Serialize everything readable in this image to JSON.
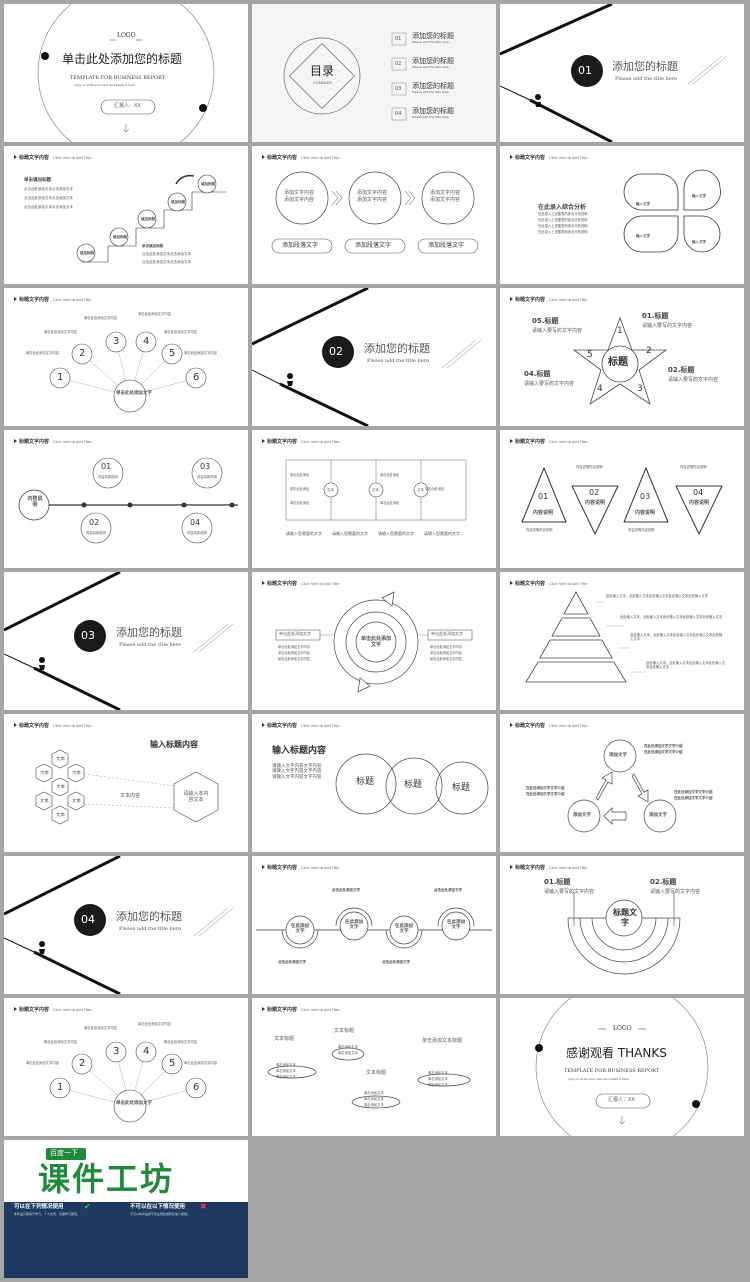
{
  "common": {
    "header_cn": "标题文字内容",
    "header_en": "Click here to add Title",
    "section_title": "添加您的标题",
    "section_en": "Please add the title here",
    "click_add_text": "点击此处添加文字",
    "click_add_text2": "单击此处添加文字内容",
    "enter_text": "请输入您需要的文字",
    "content_desc": "内容说明内容说明",
    "add_text": "添加文字"
  },
  "cover": {
    "logo": "LOGO",
    "title": "单击此处添加您的标题",
    "subtitle": "TEMPLATE FOR BUSINESS REPORT",
    "tagline": "copy or write your text and paste it here",
    "reporter": "汇报人：XX"
  },
  "toc": {
    "title": "目录",
    "title_en": "COMPANY",
    "items": [
      {
        "num": "01",
        "label": "添加您的标题",
        "en": "Please add the title here"
      },
      {
        "num": "02",
        "label": "添加您的标题",
        "en": "Please add the title here"
      },
      {
        "num": "03",
        "label": "添加您的标题",
        "en": "Please add the title here"
      },
      {
        "num": "04",
        "label": "添加您的标题",
        "en": "Please add the title here"
      }
    ]
  },
  "sections": [
    "01",
    "02",
    "03",
    "04"
  ],
  "stairs": {
    "heading": "单击填加标题",
    "lines": [
      "点击此处添加文本点击添加文本",
      "点击此处添加文本点击添加文本",
      "点击此处添加文本点击添加文本"
    ],
    "steps": [
      "填加标题",
      "填加标题",
      "填加标题",
      "填加标题",
      "填加标题"
    ],
    "bottom_title": "单击填加标题",
    "bottom_text": "点击此处添加文本点击添加文本"
  },
  "arrows3": {
    "circle_text": "添加文字内容",
    "button": "添加段落文字"
  },
  "clover": {
    "heading": "在此录入综合分析",
    "lines": [
      "在此录入上述图表的综合分析说明",
      "在此录入上述图表的综合分析说明",
      "在此录入上述图表的综合分析说明",
      "在此录入上述图表的综合分析说明"
    ],
    "petal": "输入文字"
  },
  "fan": {
    "nums": [
      "1",
      "2",
      "3",
      "4",
      "5",
      "6"
    ],
    "center": "单击此处添加文字"
  },
  "star": {
    "items": [
      {
        "title": "01.标题",
        "text": "请输入要写的文字内容"
      },
      {
        "title": "02.标题",
        "text": "请输入要写的文字内容"
      },
      {
        "title": "04.标题",
        "text": "请输入要写的文字内容"
      },
      {
        "title": "05.标题",
        "text": "请输入要写的文字内容"
      }
    ],
    "center": "标题",
    "nums": [
      "1",
      "2",
      "3",
      "4",
      "5"
    ]
  },
  "timeline": {
    "center": "内容说明",
    "nums": [
      "01",
      "02",
      "03",
      "04"
    ],
    "sub": "内容具体说明"
  },
  "table": {
    "cell": "单击此处添加",
    "circle": "文本",
    "foot": "请输入您需要的文字"
  },
  "triangles": {
    "nums": [
      "01",
      "02",
      "03",
      "04"
    ],
    "label": "内容说明"
  },
  "cycle": {
    "left_box": "单击此处添加文字",
    "right_box": "单击此处添加文字",
    "center": "单击此处添加文字",
    "ring": "单击此处添加文字内容",
    "lines": [
      "单击此处添加文字内容",
      "单击此处添加文字内容",
      "单击此处添加文字内容"
    ]
  },
  "pyramid": {
    "text": "此处输入文本，此处输入文本此处输入文本此处输入文本此处输入文本"
  },
  "hexagons": {
    "title": "输入标题内容",
    "cell": "文本",
    "mid": "文本内容",
    "big": "请输入本内容文本"
  },
  "venn": {
    "title": "输入标题内容",
    "body": "请输入文字内容文字内容请输入文字内容文字内容请输入文字内容文字内容",
    "label": "标题"
  },
  "triad": {
    "node": "添加文字",
    "text": "在此处添加文字文字介绍"
  },
  "halfcircles": {
    "node": "在此添加文字",
    "text": "点击此处添加文字"
  },
  "semi": {
    "items": [
      {
        "title": "01.标题",
        "text": "请输入要写的文字内容"
      },
      {
        "title": "02.标题",
        "text": "请输入要写的文字内容"
      }
    ],
    "center": "标题文字"
  },
  "ellipses": {
    "title": "文本标题",
    "add": "单击添加文本标题",
    "small": "单击添加文本"
  },
  "thanks": {
    "logo": "LOGO",
    "title": "感谢观看  THANKS",
    "subtitle": "TEMPLATE FOR BUSINESS REPORT",
    "tagline": "copy or write your text and paste it here",
    "reporter": "汇报人：XX"
  },
  "ad": {
    "badge": "百度一下",
    "brand": "课件工坊",
    "left_title": "可以在下列情况使用",
    "right_title": "不可以在以下情况使用",
    "left_text": "本作品只能用于学习、个人交流，仅做学习使用。",
    "right_text": "不可以将作品用于商业用途或转售他人使用。",
    "brand_color": "#1f8a3c",
    "bar_color": "#1f3a5f"
  }
}
